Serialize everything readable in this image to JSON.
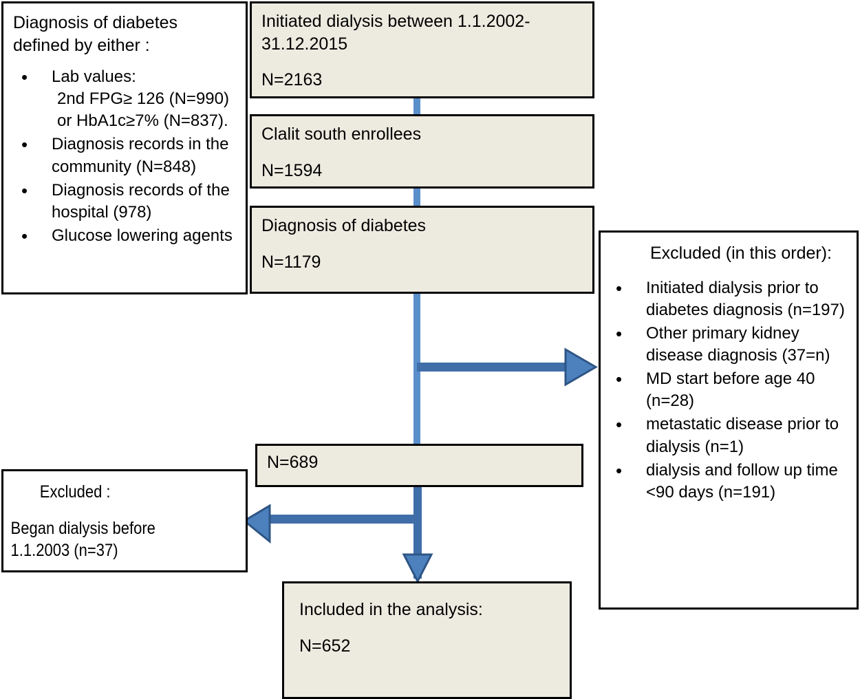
{
  "colors": {
    "box_fill": "#EDEAE0",
    "box_border": "#000000",
    "connector_light": "#5B8FCB",
    "connector_dark": "#3F6EA8",
    "arrow_fill": "#4C81BE",
    "page_bg": "#FFFFFF"
  },
  "definition_box": {
    "title_line1": "Diagnosis of diabetes",
    "title_line2": "defined by either :",
    "bullets": [
      {
        "main": "Lab values:",
        "sub1": "2nd FPG≥ 126 (N=990)",
        "sub2": "or HbA1c≥7% (N=837)."
      },
      {
        "main": "Diagnosis records in the",
        "sub1": "community (N=848)"
      },
      {
        "main": " Diagnosis records of the",
        "sub1": "hospital (978)"
      },
      {
        "main": "Glucose lowering agents"
      }
    ]
  },
  "flow": {
    "step1": {
      "label_line1": "Initiated dialysis between 1.1.2002-",
      "label_line2": "31.12.2015",
      "n": "N=2163"
    },
    "step2": {
      "label": "Clalit south enrollees",
      "n": "N=1594"
    },
    "step3": {
      "label": "Diagnosis of diabetes",
      "n": "N=1179"
    },
    "step4": {
      "n": "N=689"
    },
    "step5": {
      "label": "Included in the analysis:",
      "n": "N=652"
    }
  },
  "excluded_right": {
    "title": "Excluded (in this order):",
    "items": [
      {
        "main": "Initiated dialysis prior to",
        "sub1": "diabetes diagnosis (n=197)"
      },
      {
        "main": " Other primary kidney",
        "sub1": "disease diagnosis (37=n)"
      },
      {
        "main": "MD start before age 40",
        "sub1": "(n=28)"
      },
      {
        "main": "metastatic disease prior to",
        "sub1": "dialysis (n=1)"
      },
      {
        "main": "dialysis and follow up time",
        "sub1": "<90 days (n=191)"
      }
    ]
  },
  "excluded_left": {
    "title": "Excluded :",
    "line1": "Began dialysis before",
    "line2": "1.1.2003 (n=37)"
  }
}
